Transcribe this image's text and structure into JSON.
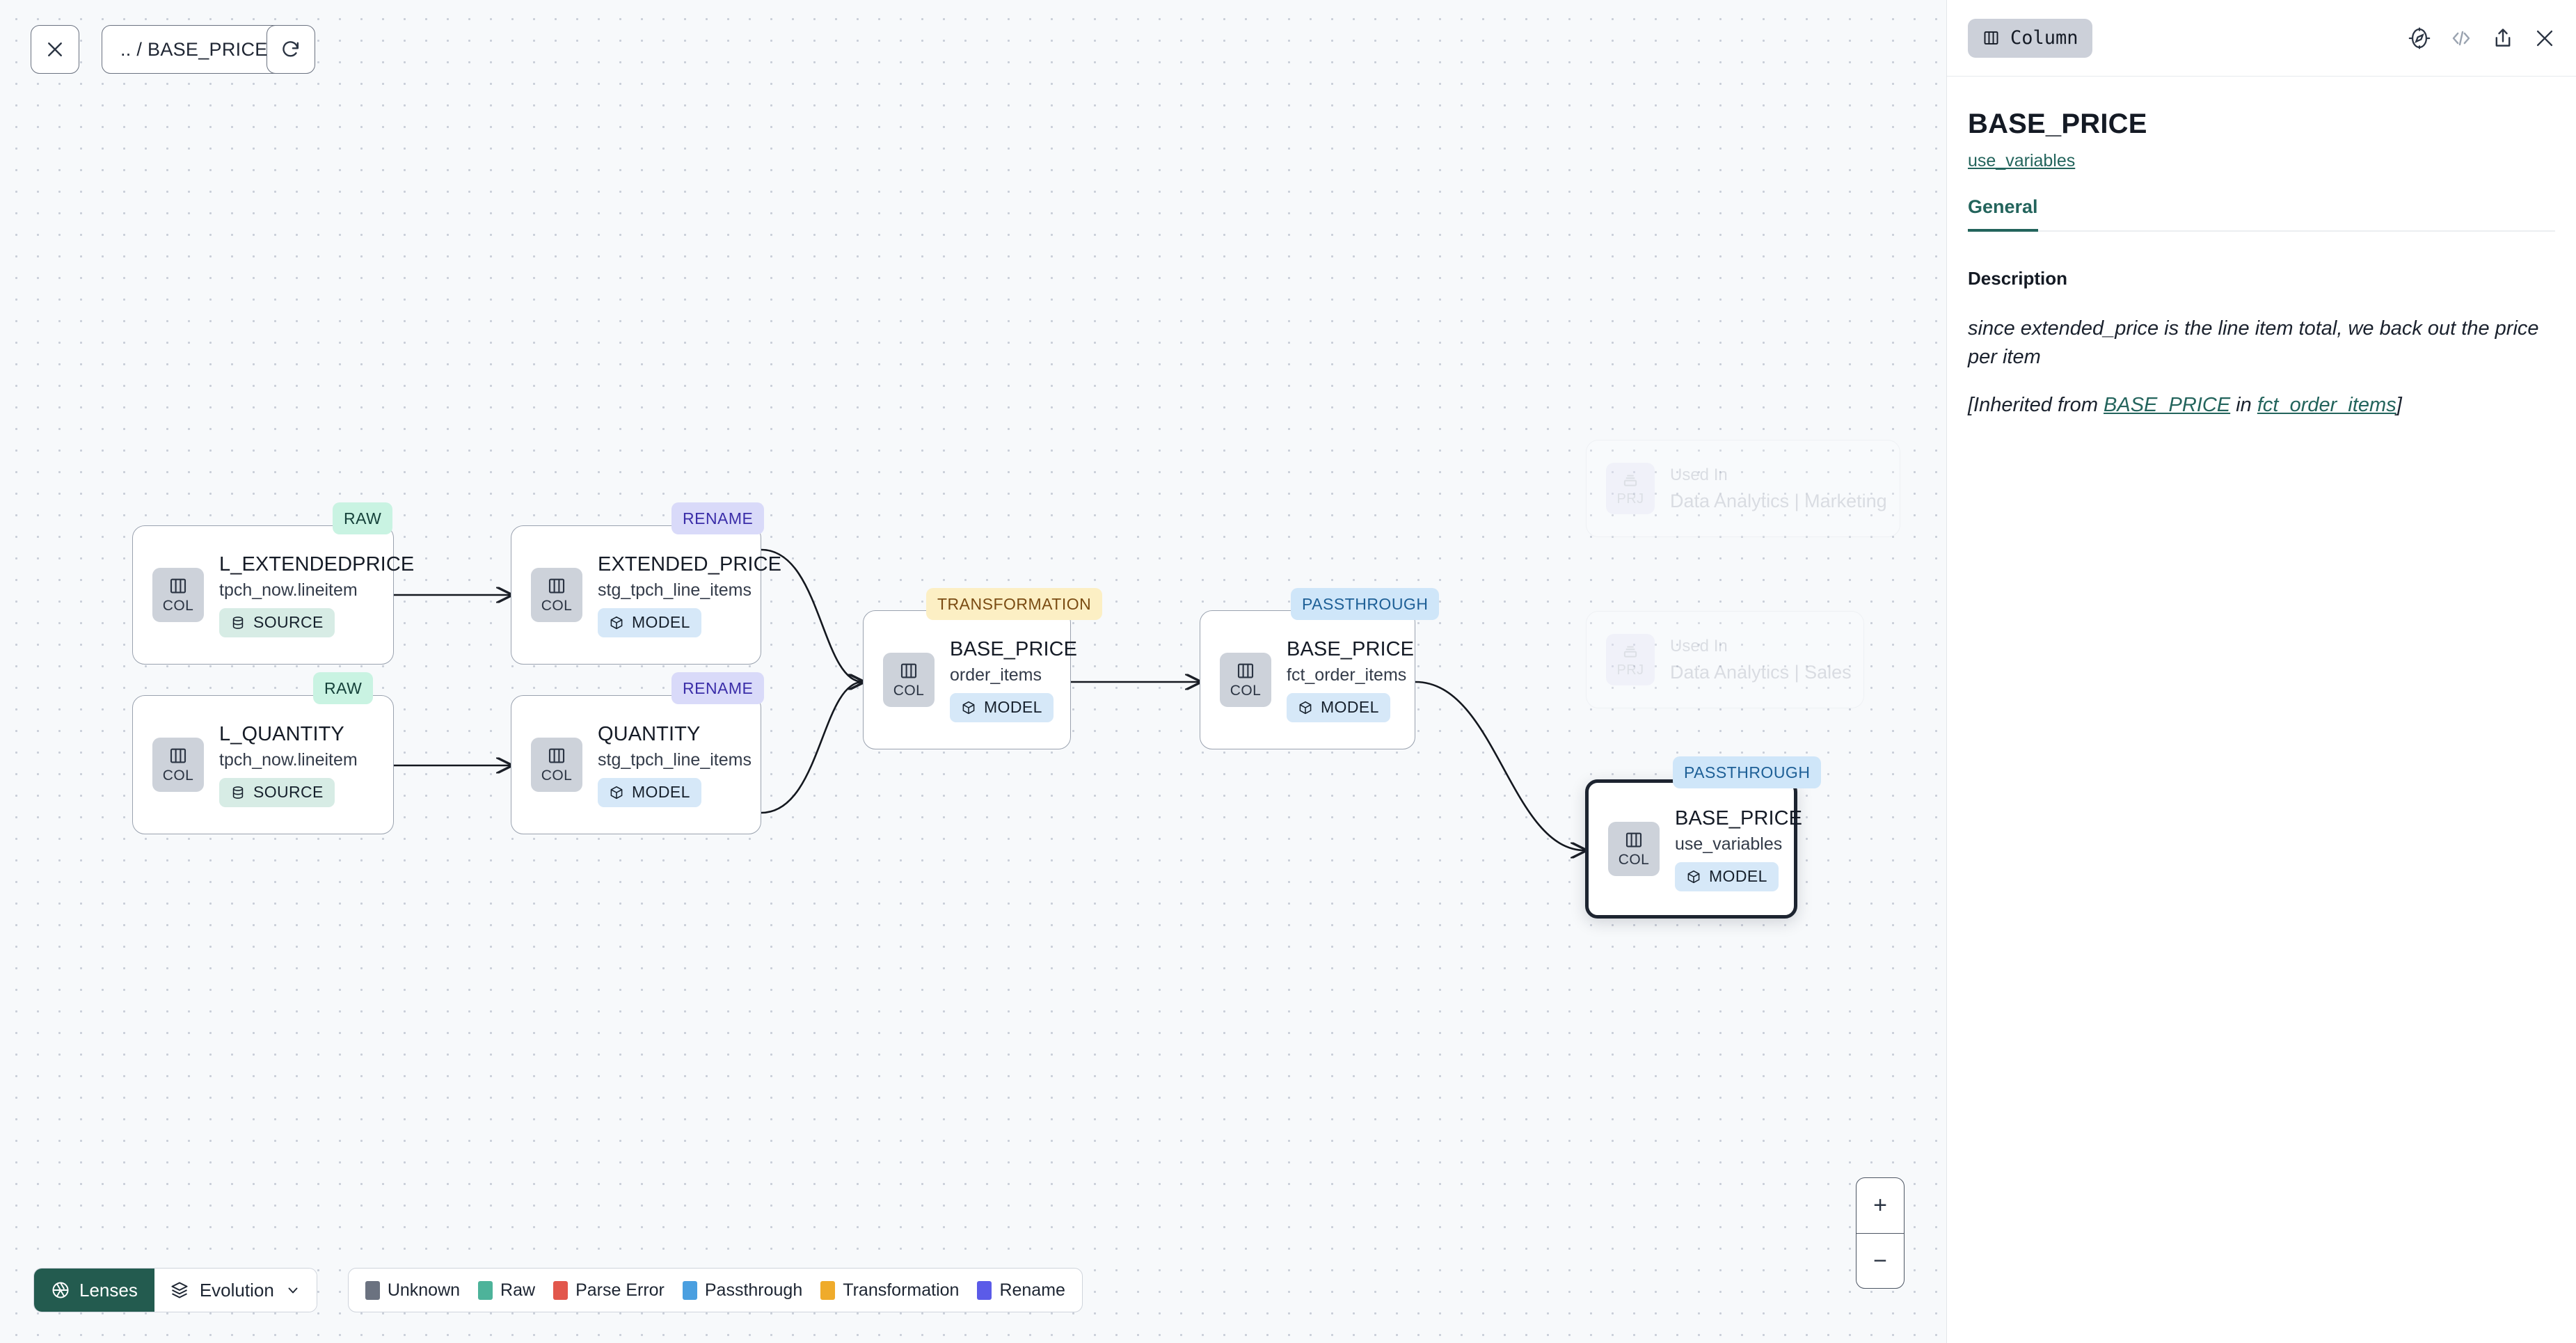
{
  "canvas": {
    "toolbar": {
      "close_icon": "close-icon",
      "breadcrumb_label": ".. / BASE_PRICE",
      "refresh_icon": "refresh-icon"
    },
    "zoom_controls": {
      "zoom_in": "+",
      "zoom_out": "−"
    },
    "nodes": [
      {
        "id": "l_extendedprice",
        "kind": "RAW",
        "kind_class": "kb-raw",
        "title": "L_EXTENDEDPRICE",
        "subtitle": "tpch_now.lineitem",
        "badge": "COL",
        "tag": "SOURCE",
        "tag_icon": "database-icon",
        "tag_class": "tag-source"
      },
      {
        "id": "l_quantity",
        "kind": "RAW",
        "kind_class": "kb-raw",
        "title": "L_QUANTITY",
        "subtitle": "tpch_now.lineitem",
        "badge": "COL",
        "tag": "SOURCE",
        "tag_icon": "database-icon",
        "tag_class": "tag-source"
      },
      {
        "id": "extended_price",
        "kind": "RENAME",
        "kind_class": "kb-rename",
        "title": "EXTENDED_PRICE",
        "subtitle": "stg_tpch_line_items",
        "badge": "COL",
        "tag": "MODEL",
        "tag_icon": "cube-icon",
        "tag_class": "tag-model"
      },
      {
        "id": "quantity",
        "kind": "RENAME",
        "kind_class": "kb-rename",
        "title": "QUANTITY",
        "subtitle": "stg_tpch_line_items",
        "badge": "COL",
        "tag": "MODEL",
        "tag_icon": "cube-icon",
        "tag_class": "tag-model"
      },
      {
        "id": "base_price_order_items",
        "kind": "TRANSFORMATION",
        "kind_class": "kb-transformation",
        "title": "BASE_PRICE",
        "subtitle": "order_items",
        "badge": "COL",
        "tag": "MODEL",
        "tag_icon": "cube-icon",
        "tag_class": "tag-model"
      },
      {
        "id": "base_price_fct_order_items",
        "kind": "PASSTHROUGH",
        "kind_class": "kb-passthrough",
        "title": "BASE_PRICE",
        "subtitle": "fct_order_items",
        "badge": "COL",
        "tag": "MODEL",
        "tag_icon": "cube-icon",
        "tag_class": "tag-model"
      },
      {
        "id": "base_price_use_variables",
        "kind": "PASSTHROUGH",
        "kind_class": "kb-passthrough",
        "title": "BASE_PRICE",
        "subtitle": "use_variables",
        "badge": "COL",
        "tag": "MODEL",
        "tag_icon": "cube-icon",
        "tag_class": "tag-model",
        "selected": true
      }
    ],
    "used_in": [
      {
        "badge": "PRJ",
        "kicker": "Used In",
        "name": "Data Analytics | Marketing"
      },
      {
        "badge": "PRJ",
        "kicker": "Used In",
        "name": "Data Analytics | Sales"
      }
    ],
    "bottom_bar": {
      "lenses_label": "Lenses",
      "lenses_icon": "aperture-icon",
      "evolution_label": "Evolution",
      "evolution_icon": "layers-icon",
      "evolution_chevron": "chevron-down-icon",
      "legend": [
        {
          "label": "Unknown",
          "color": "#6b7280"
        },
        {
          "label": "Raw",
          "color": "#4db39a"
        },
        {
          "label": "Parse Error",
          "color": "#e2574c"
        },
        {
          "label": "Passthrough",
          "color": "#4a9fe0"
        },
        {
          "label": "Transformation",
          "color": "#efab2b"
        },
        {
          "label": "Rename",
          "color": "#5b5be8"
        }
      ]
    }
  },
  "panel": {
    "type_pill": {
      "icon": "columns-icon",
      "label": "Column"
    },
    "actions": [
      {
        "name": "compass-icon"
      },
      {
        "name": "code-icon"
      },
      {
        "name": "share-icon"
      },
      {
        "name": "close-icon"
      }
    ],
    "title": "BASE_PRICE",
    "parent_link": "use_variables",
    "tabs": [
      {
        "label": "General",
        "active": true
      }
    ],
    "description_label": "Description",
    "description_text": "since extended_price is the line item total, we back out the price per item",
    "inherited": {
      "prefix": "[Inherited from ",
      "link_column": "BASE_PRICE",
      "middle": " in ",
      "link_model": "fct_order_items",
      "suffix": "]"
    }
  }
}
